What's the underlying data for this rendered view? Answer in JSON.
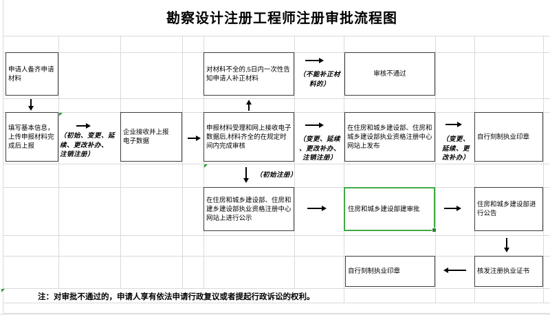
{
  "title": "勘察设计注册工程师注册审批流程图",
  "note": "注：对审批不通过的，申请人享有依法申请行政复议或者提起行政诉讼的权利。",
  "flow": {
    "prepare": "申请人备齐申请\n材料",
    "fill_info": "填写基本信息，\n上传申报材料完\n成后上报",
    "enterprise_upload": "企业接收并上报\n电子数据",
    "incomplete_notice": "对材料不全的,5日内一次性告\n知申请人补正材料",
    "accept_review": "申报材料受理和网上接收电子\n数据后,材料齐全的在规定时\n间内完成审核",
    "review_fail": "审核不通过",
    "publish_online": "在住房和城乡建设部、住房和\n城乡建设部执业资格注册中心\n网站上发布",
    "make_seal_top": "自行刻制执业印章",
    "publicity": "在住房和城乡建设部、住房和\n建乡建设部执业资格注册中心\n网站上进行公示",
    "moh_approval": "住房和城乡建设部建审批",
    "announcement": "住房和城乡建设部进\n行公告",
    "make_seal_bottom": "自行刻制执业印章",
    "issue_cert": "核发注册执业证书"
  },
  "labels": {
    "all_types": "（初始、变更、延\n续、更改补办、\n注销注册）",
    "cannot_supplement": "（不能补正材\n料的）",
    "change_types": "（变更、延续\n、更改补办、\n注销注册）",
    "change_three": "（变更、\n延续、更\n改补办）",
    "initial_reg": "（初始注册）"
  },
  "colors": {
    "grid": "#d9d9d9",
    "box_border": "#3b3b3b",
    "selection_green": "#3fa944",
    "handle_green": "#2e7d32",
    "indicator_green": "#2e9e2e",
    "arrow": "#000000"
  }
}
